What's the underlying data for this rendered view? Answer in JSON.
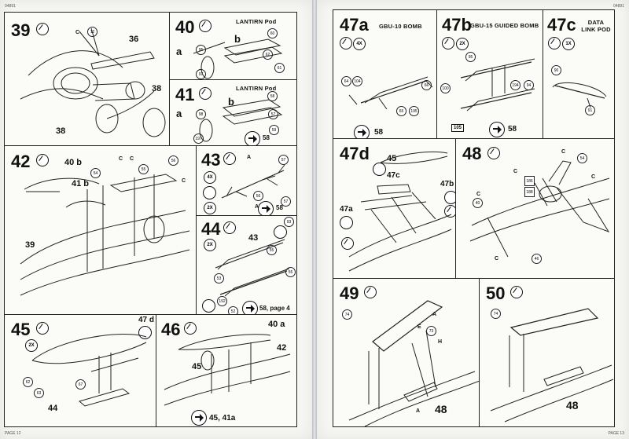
{
  "left_page": {
    "code": "04891",
    "page_number": "PAGE 12",
    "panels": [
      {
        "step": "39",
        "callouts": [
          "36",
          "38",
          "38"
        ],
        "parts": [
          "12",
          "36",
          "38"
        ],
        "markers": [
          "C"
        ]
      },
      {
        "step": "40",
        "title": "LANTIRN Pod",
        "parts": [
          "60",
          "97",
          "95",
          "61",
          "62"
        ],
        "labels": [
          "a",
          "b"
        ]
      },
      {
        "step": "41",
        "title": "LANTIRN Pod",
        "parts": [
          "58",
          "98",
          "197",
          "59",
          "57"
        ],
        "labels": [
          "a",
          "b",
          "58"
        ]
      },
      {
        "step": "42",
        "callouts": [
          "40 b",
          "41 b",
          "39"
        ],
        "parts": [
          "54",
          "56",
          "55"
        ],
        "markers": [
          "C",
          "C",
          "C"
        ]
      },
      {
        "step": "43",
        "badge": "4X",
        "parts": [
          "57",
          "56",
          "57",
          "58"
        ],
        "notes": [
          "2X",
          "58"
        ],
        "markers": [
          "A",
          "A"
        ]
      },
      {
        "step": "44",
        "badge": "2X",
        "parts": [
          "43",
          "93",
          "55",
          "53",
          "192",
          "55",
          "52"
        ],
        "notes": [
          "58, page 4"
        ]
      },
      {
        "step": "45",
        "callouts": [
          "47 d",
          "44"
        ],
        "badge": "2X",
        "parts": [
          "62",
          "63",
          "67"
        ]
      },
      {
        "step": "46",
        "callouts": [
          "40 a",
          "42",
          "45",
          "45, 41a"
        ],
        "parts": []
      }
    ]
  },
  "right_page": {
    "code": "04891",
    "page_number": "PAGE 13",
    "panels": [
      {
        "step": "47a",
        "title": "GBU-10 BOMB",
        "badge": "4X",
        "parts": [
          "64",
          "104",
          "66",
          "65",
          "195"
        ],
        "notes": [
          "58"
        ]
      },
      {
        "step": "47b",
        "title": "GBU-15 GUIDED BOMB",
        "badge": "2X",
        "parts": [
          "95",
          "100",
          "194",
          "94",
          "105"
        ],
        "notes": [
          "58"
        ]
      },
      {
        "step": "47c",
        "title": "DATA LINK POD",
        "badge": "1X",
        "parts": [
          "90",
          "91"
        ]
      },
      {
        "step": "47d",
        "callouts": [
          "45",
          "47c",
          "47a",
          "47b"
        ],
        "parts": []
      },
      {
        "step": "48",
        "parts": [
          "54",
          "186",
          "188",
          "40",
          "46"
        ],
        "markers": [
          "C",
          "C",
          "C",
          "C",
          "C"
        ]
      },
      {
        "step": "49",
        "callouts": [
          "48"
        ],
        "parts": [
          "74",
          "73"
        ],
        "markers": [
          "E",
          "H",
          "A",
          "A"
        ]
      },
      {
        "step": "50",
        "callouts": [
          "48"
        ],
        "parts": [
          "74"
        ]
      }
    ]
  },
  "icons": {
    "paint": "paint-icon",
    "question": "question-icon",
    "arrow": "arrow-icon",
    "part": "part-icon"
  }
}
